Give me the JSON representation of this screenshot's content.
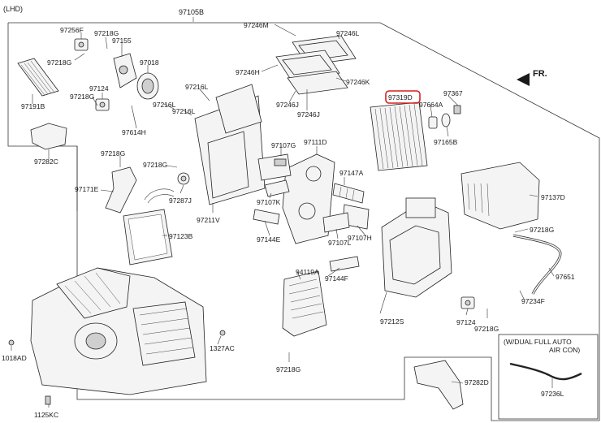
{
  "header": {
    "variant": "(LHD)",
    "assembly": "97105B"
  },
  "direction": {
    "label": "FR."
  },
  "highlight": {
    "part": "97319D",
    "color": "#d42020"
  },
  "note": {
    "line1": "(W/DUAL FULL AUTO",
    "line2": "AIR CON)"
  },
  "labels": {
    "p97256F": "97256F",
    "p97218G_a": "97218G",
    "p97155": "97155",
    "p97218G_b": "97218G",
    "p97018": "97018",
    "p97191B": "97191B",
    "p97124_a": "97124",
    "p97218G_c": "97218G",
    "p97216L_a": "97216L",
    "p97216L_b": "97216L",
    "p97216L_c": "97216L",
    "p97614H": "97614H",
    "p97246M": "97246M",
    "p97246L": "97246L",
    "p97246H": "97246H",
    "p97246K": "97246K",
    "p97246J_a": "97246J",
    "p97246J_b": "97246J",
    "p97319D": "97319D",
    "p97367": "97367",
    "p97664A": "97664A",
    "p97165B": "97165B",
    "p97282C": "97282C",
    "p97218G_d": "97218G",
    "p97171E": "97171E",
    "p97218G_e": "97218G",
    "p97287J": "97287J",
    "p97211V": "97211V",
    "p97123B": "97123B",
    "p97107G": "97107G",
    "p97111D": "97111D",
    "p97107K": "97107K",
    "p97144E": "97144E",
    "p97147A": "97147A",
    "p97107L": "97107L",
    "p97107H": "97107H",
    "p97137D": "97137D",
    "p97218G_f": "97218G",
    "p97651": "97651",
    "p94119A": "94119A",
    "p97144F": "97144F",
    "p97212S": "97212S",
    "p97234F": "97234F",
    "p97124_b": "97124",
    "p97218G_g": "97218G",
    "p97218G_h": "97218G",
    "p1018AD": "1018AD",
    "p1327AC": "1327AC",
    "p1125KC": "1125KC",
    "p97282D": "97282D",
    "p97236L": "97236L"
  }
}
